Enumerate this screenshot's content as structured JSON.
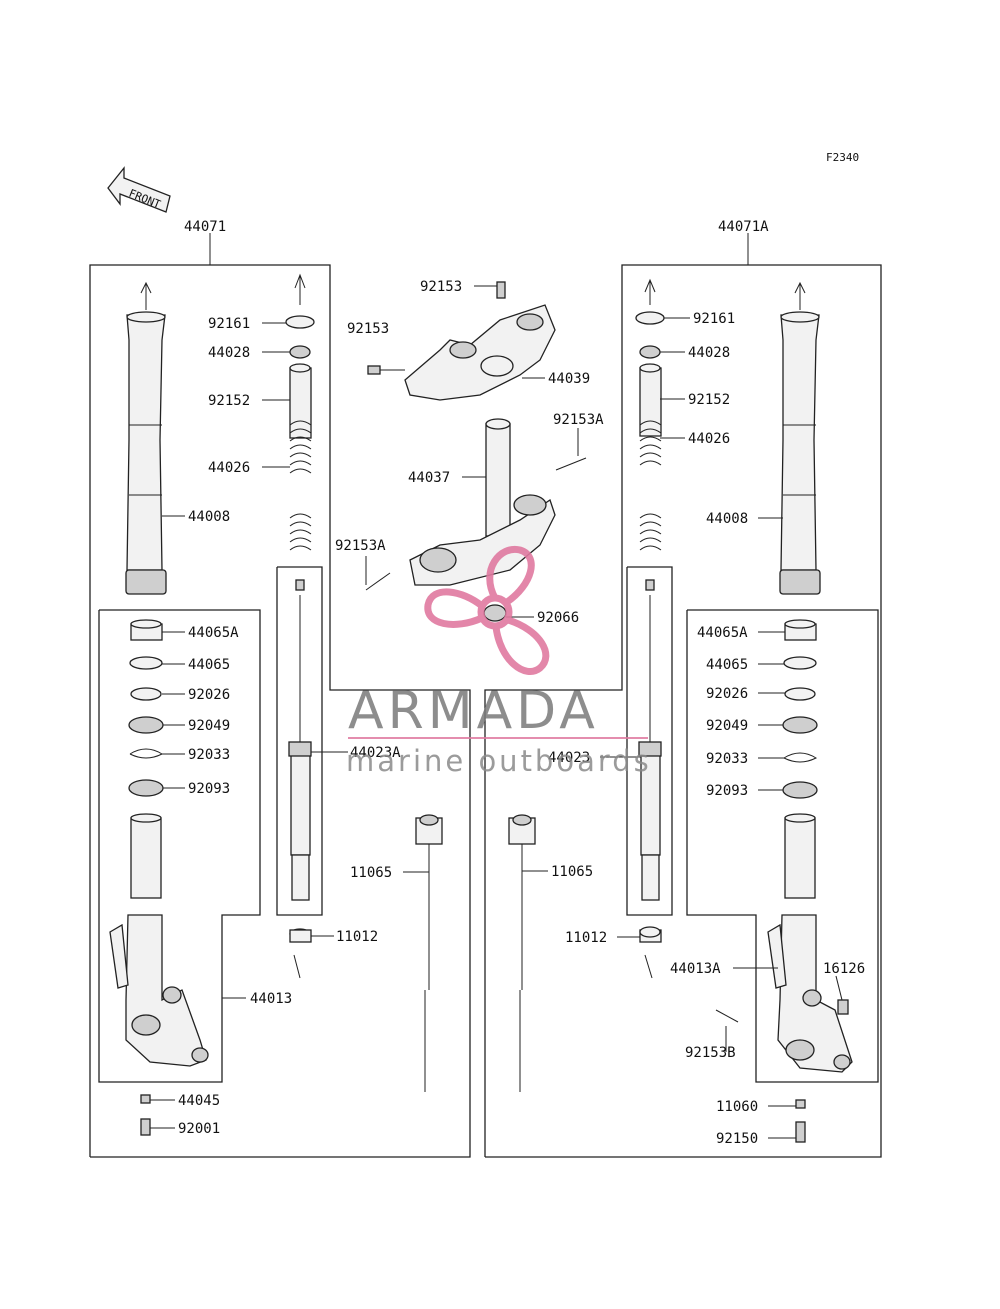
{
  "figure_code": "F2340",
  "front_label": "FRONT",
  "watermark": {
    "title": "ARMADA",
    "subtitle": "marine outboards",
    "logo_color": "#e07aa0"
  },
  "labels": {
    "l_44071": "44071",
    "l_44071a": "44071A",
    "l_92161_l": "92161",
    "l_44028_l": "44028",
    "l_92152_l": "92152",
    "l_44026_l": "44026",
    "l_44008_l": "44008",
    "l_44065a_l": "44065A",
    "l_44065_l": "44065",
    "l_92026_l": "92026",
    "l_92049_l": "92049",
    "l_92033_l": "92033",
    "l_92093_l": "92093",
    "l_44023a": "44023A",
    "l_11065_l": "11065",
    "l_11012_l": "11012",
    "l_44013": "44013",
    "l_44045": "44045",
    "l_92001": "92001",
    "l_92153_top": "92153",
    "l_92153_mid": "92153",
    "l_44039": "44039",
    "l_92153a_r": "92153A",
    "l_44037": "44037",
    "l_92153a_l": "92153A",
    "l_92066": "92066",
    "l_92161_r": "92161",
    "l_44028_r": "44028",
    "l_92152_r": "92152",
    "l_44026_r": "44026",
    "l_44008_r": "44008",
    "l_44065a_r": "44065A",
    "l_44065_r": "44065",
    "l_92026_r": "92026",
    "l_92049_r": "92049",
    "l_92033_r": "92033",
    "l_92093_r": "92093",
    "l_44023": "44023",
    "l_11065_r": "11065",
    "l_11012_r": "11012",
    "l_44013a": "44013A",
    "l_16126": "16126",
    "l_92153b": "92153B",
    "l_11060": "11060",
    "l_92150": "92150"
  }
}
